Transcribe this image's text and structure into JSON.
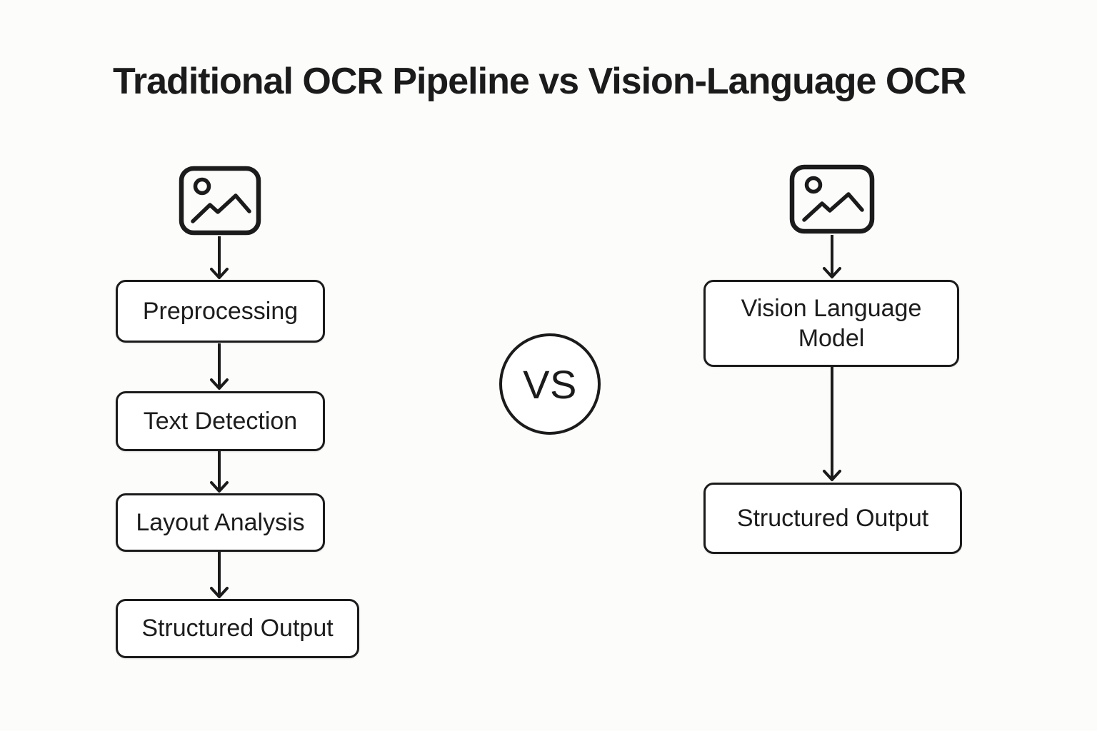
{
  "title": "Traditional OCR Pipeline vs Vision-Language OCR",
  "vs_badge": {
    "label": "VS"
  },
  "colors": {
    "ink": "#1b1b1b",
    "background": "#fcfcfb",
    "node_fill": "#ffffff"
  },
  "left_pipeline": {
    "input_icon": "image-icon",
    "steps": [
      {
        "label": "Preprocessing"
      },
      {
        "label": "Text Detection"
      },
      {
        "label": "Layout Analysis"
      },
      {
        "label": "Structured Output"
      }
    ]
  },
  "right_pipeline": {
    "input_icon": "image-icon",
    "steps": [
      {
        "label": "Vision Language Model"
      },
      {
        "label": "Structured Output"
      }
    ]
  }
}
